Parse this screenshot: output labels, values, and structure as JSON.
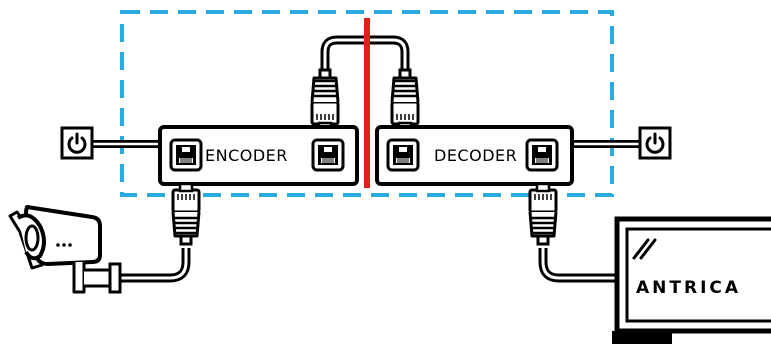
{
  "diagram": {
    "encoder": {
      "label": "ENCODER"
    },
    "decoder": {
      "label": "DECODER"
    },
    "monitor": {
      "brand": "ANTRICA"
    },
    "colors": {
      "boundary": "#29abe2",
      "divider": "#e0201b",
      "stroke": "#000000",
      "background": "#ffffff"
    },
    "icons": {
      "power": "power-icon",
      "port": "ethernet-port-icon",
      "plug": "rj45-plug-icon",
      "camera": "camera-icon",
      "monitor": "monitor-icon"
    }
  }
}
